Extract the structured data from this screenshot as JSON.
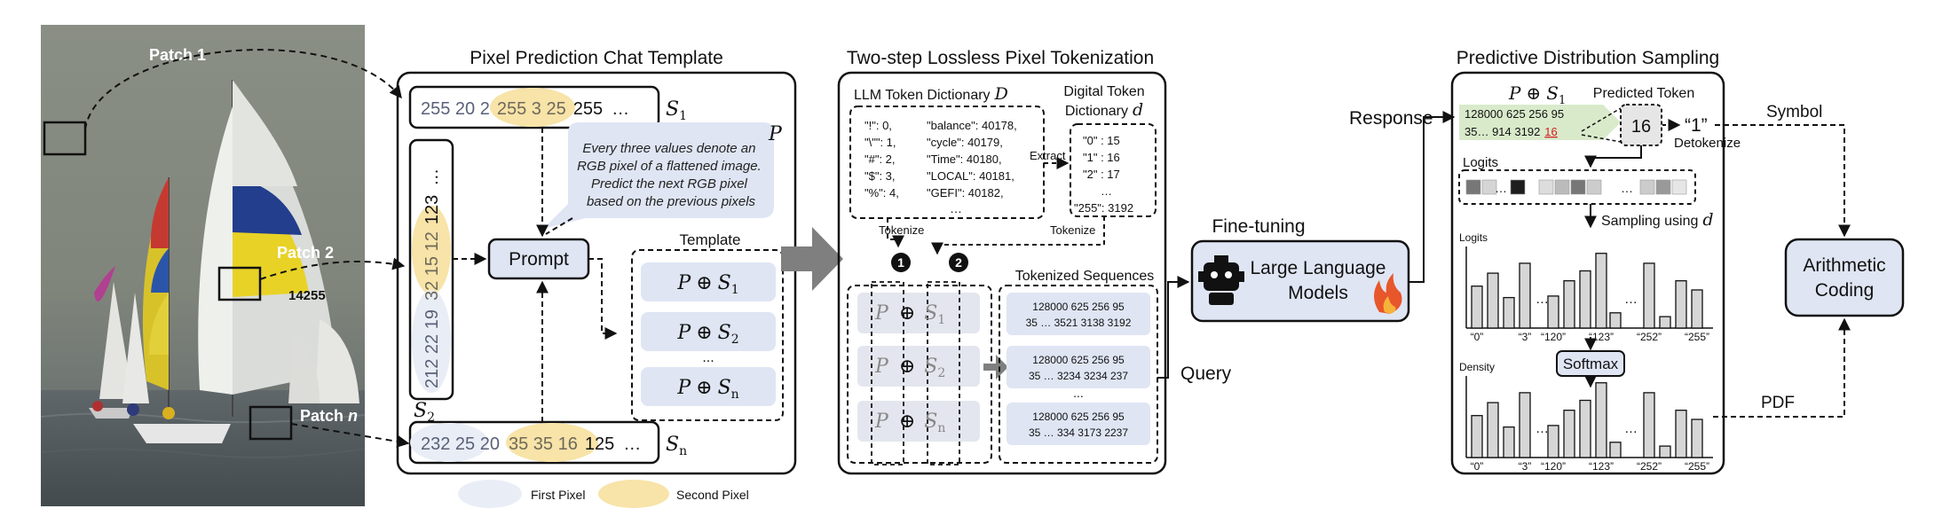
{
  "photo": {
    "sail_number": "14255",
    "patch1": "Patch 1",
    "patch2": "Patch 2",
    "patchn_prefix": "Patch ",
    "patchn_italic": "n"
  },
  "template_panel": {
    "title": "Pixel Prediction Chat Template",
    "row1": {
      "plain": "255 20 2",
      "highlight": "255 3 25",
      "dark": "255",
      "ellipsis": "…",
      "label": "S",
      "sub": "1"
    },
    "vertical": {
      "a": "212 22 19",
      "b": "32 15 12",
      "c": "123",
      "ellipsis": "…"
    },
    "rown": {
      "plain": "232 25 20",
      "highlight": "35 35 16",
      "dark": "125",
      "ellipsis": "…",
      "label": "S",
      "sub": "n"
    },
    "s2": {
      "label": "S",
      "sub": "2"
    },
    "p_label": "P",
    "bubble": [
      "Every three values denote an",
      "RGB pixel of a flattened image.",
      "Predict the next RGB pixel",
      "based on the previous pixels"
    ],
    "prompt": "Prompt",
    "template_label": "Template",
    "template_items": [
      {
        "p": "P",
        "op": "⊕",
        "s": "S",
        "sub": "1"
      },
      {
        "p": "P",
        "op": "⊕",
        "s": "S",
        "sub": "2"
      },
      {
        "p": "P",
        "op": "⊕",
        "s": "S",
        "sub": "n"
      }
    ],
    "template_dots": "...",
    "legend_first": "First Pixel",
    "legend_second": "Second Pixel"
  },
  "tokenization_panel": {
    "title": "Two-step Lossless Pixel Tokenization",
    "llm_dict_title": "LLM Token Dictionary",
    "llm_dict_symbol": "D",
    "llm_col1": [
      "\"!\": 0,",
      "\"\\\"\": 1,",
      "\"#\": 2,",
      "\"$\": 3,",
      "\"%\": 4,"
    ],
    "llm_col2": [
      "\"balance\": 40178,",
      "\"cycle\": 40179,",
      "\"Time\": 40180,",
      "\"LOCAL\": 40181,",
      "\"GEFI\": 40182,"
    ],
    "llm_dots": "…",
    "digit_dict_title1": "Digital Token",
    "digit_dict_title2": "Dictionary",
    "digit_dict_symbol": "d",
    "digit_entries": [
      "\"0\" :  15",
      "\"1\" :  16",
      "\"2\" :  17"
    ],
    "digit_dots": "…",
    "digit_last": "\"255\": 3192",
    "extract": "Extract",
    "tokenize1": "Tokenize",
    "tokenize2": "Tokenize",
    "step1": "1",
    "step2": "2",
    "tokenized_title": "Tokenized Sequences",
    "sequences": [
      {
        "line1": "128000 625 256 95",
        "line2": "35 … 3521 3138 3192"
      },
      {
        "line1": "128000 625 256 95",
        "line2": "35 … 3234 3234 237"
      },
      {
        "line1": "128000 625 256 95",
        "line2": "35 … 334 3173 2237"
      }
    ],
    "seq_dots": "...",
    "pair_items": [
      {
        "p": "P",
        "op": "⊕",
        "s": "S",
        "sub": "1"
      },
      {
        "p": "P",
        "op": "⊕",
        "s": "S",
        "sub": "2"
      },
      {
        "p": "P",
        "op": "⊕",
        "s": "S",
        "sub": "n"
      }
    ]
  },
  "llm": {
    "finetuning": "Fine-tuning",
    "line1": "Large Language",
    "line2": "Models",
    "response": "Response",
    "query": "Query"
  },
  "sampling_panel": {
    "title": "Predictive Distribution Sampling",
    "header_p": "P",
    "header_op": "⊕",
    "header_s": "S",
    "header_sub": "1",
    "resp_line1": "128000 625 256 95",
    "resp_line2": "35… 914 3192",
    "resp_red": "16",
    "predicted_label": "Predicted Token",
    "predicted_value": "16",
    "detok_value": "“1”",
    "detokenize": "Detokenize",
    "symbol": "Symbol",
    "logits_label": "Logits",
    "logit_shades": [
      "#777777",
      "#d5d5d5",
      "#1e1e1e",
      "#dddddd",
      "#bbbbbb",
      "#777777",
      "#cccccc",
      "#cccccc",
      "#999999",
      "#e6e6e6"
    ],
    "logit_dots": "…",
    "sampling_using": "Sampling using",
    "sampling_symbol": "d",
    "chart1_ylabel": "Logits",
    "chart2_ylabel": "Density",
    "softmax": "Softmax",
    "tick_labels": [
      "“0”",
      "“3”",
      "“120”",
      "“123”",
      "“252”",
      "“255”"
    ],
    "chart_dots": "…",
    "pdf": "PDF",
    "arith1": "Arithmetic",
    "arith2": "Coding"
  },
  "chart_data": [
    {
      "type": "bar",
      "ylabel": "Logits",
      "categories": [
        "“0”",
        "",
        "",
        "“3”",
        "“120”",
        "",
        "",
        "“123”",
        "",
        "“252”",
        "",
        "",
        "“255”"
      ],
      "values": [
        0.55,
        0.72,
        0.4,
        0.85,
        0.42,
        0.62,
        0.75,
        0.98,
        0.2,
        0.85,
        0.15,
        0.62,
        0.5
      ]
    },
    {
      "type": "bar",
      "ylabel": "Density",
      "categories": [
        "“0”",
        "",
        "",
        "“3”",
        "“120”",
        "",
        "",
        "“123”",
        "",
        "“252”",
        "",
        "",
        "“255”"
      ],
      "values": [
        0.55,
        0.72,
        0.4,
        0.85,
        0.42,
        0.62,
        0.75,
        0.98,
        0.2,
        0.85,
        0.15,
        0.62,
        0.5
      ]
    }
  ]
}
